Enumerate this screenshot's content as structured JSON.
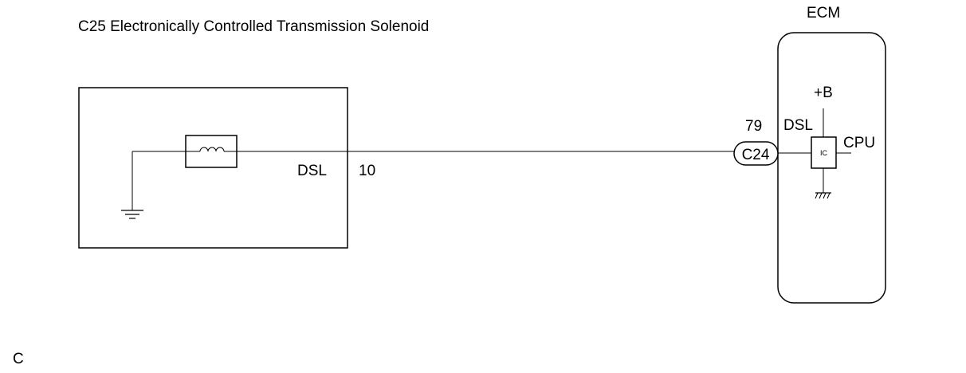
{
  "solenoid": {
    "title": "C25 Electronically Controlled Transmission Solenoid",
    "terminal_label": "DSL",
    "pin_number": "10"
  },
  "ecm": {
    "title": "ECM",
    "supply_label": "+B",
    "signal_label": "DSL",
    "cpu_label": "CPU",
    "ic_label": "IC",
    "connector_id": "C24",
    "pin_number": "79"
  },
  "footer": {
    "corner_mark": "C"
  },
  "colors": {
    "line": "#000000",
    "background": "#ffffff"
  }
}
